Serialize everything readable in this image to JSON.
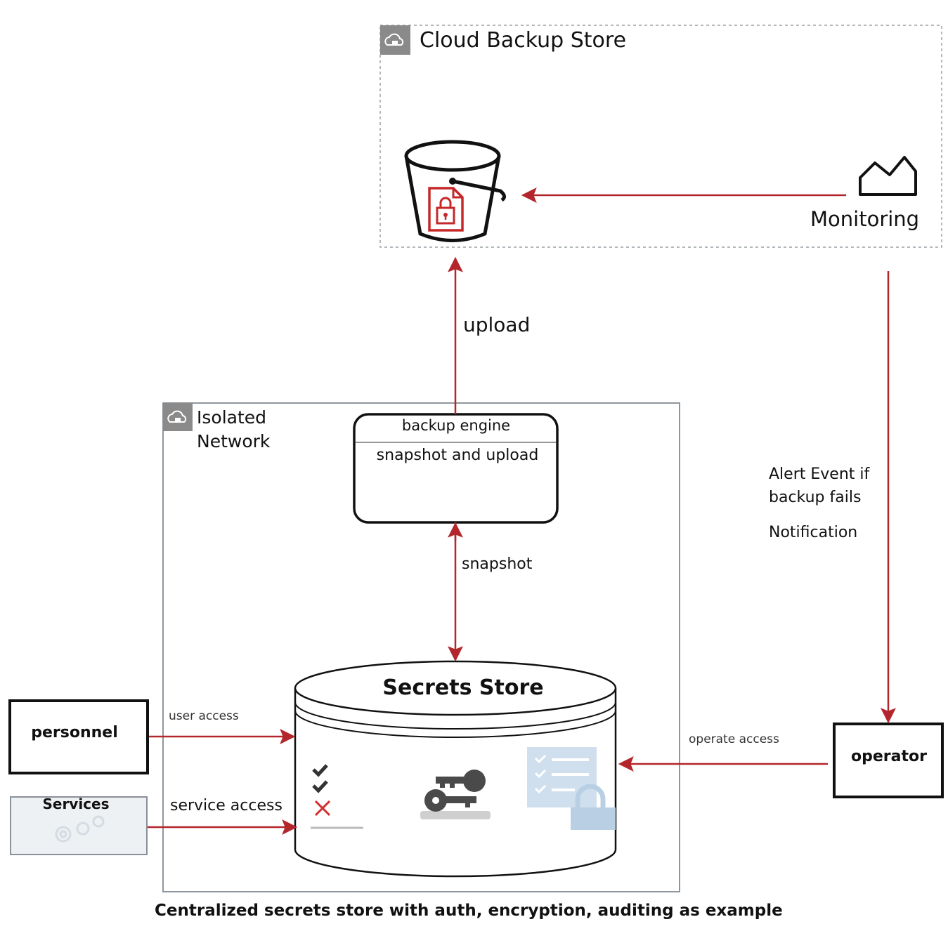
{
  "cloud_group": {
    "title": "Cloud Backup Store",
    "icon": "cloud-lock-icon"
  },
  "bucket": {
    "icon": "bucket-encrypted-file-icon"
  },
  "monitoring": {
    "label": "Monitoring",
    "icon": "line-chart-icon"
  },
  "upload_edge": {
    "label": "upload"
  },
  "isolated_group": {
    "title_line1": "Isolated",
    "title_line2": "Network",
    "icon": "cloud-lock-icon"
  },
  "backup_engine": {
    "title": "backup engine",
    "subtitle": "snapshot and upload"
  },
  "snapshot_edge": {
    "label": "snapshot"
  },
  "alert_edge": {
    "line1": "Alert Event if",
    "line2": "backup fails",
    "line3": "Notification"
  },
  "secrets_store": {
    "title": "Secrets Store",
    "icons": [
      "checklist-icon",
      "keys-icon",
      "locked-document-icon"
    ]
  },
  "personnel": {
    "label": "personnel"
  },
  "services": {
    "label": "Services",
    "icon": "gears-icon"
  },
  "operator": {
    "label": "operator"
  },
  "user_access_edge": {
    "label": "user access"
  },
  "service_access_edge": {
    "label": "service access"
  },
  "operate_access_edge": {
    "label": "operate access"
  },
  "caption": "Centralized secrets store with auth, encryption, auditing as example",
  "colors": {
    "arrow": "#b3262c",
    "bucket_file": "#c62828",
    "group_icon_bg": "#8a8a8a",
    "node_border": "#111111"
  }
}
